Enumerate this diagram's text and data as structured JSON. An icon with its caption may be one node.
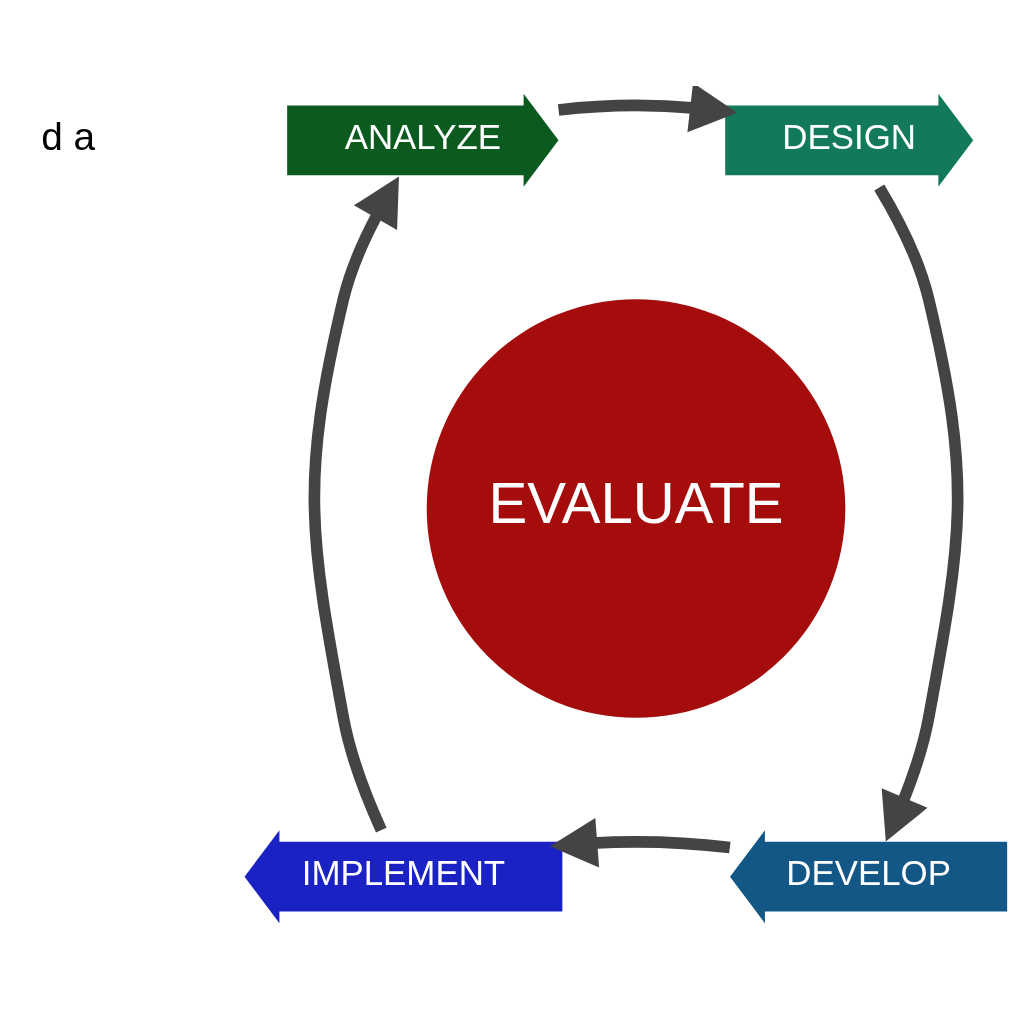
{
  "diagram": {
    "nodes": [
      {
        "text": [
          "ANALYZE"
        ]
      },
      {
        "text": [
          "DESIGN"
        ]
      },
      {
        "text": [
          "EVALUATE"
        ]
      },
      {
        "text": [
          "IMPLEMENT"
        ]
      },
      {
        "text": [
          "DEVELOP"
        ]
      }
    ],
    "edges": [
      {
        "from": 0,
        "to": 1,
        "arrow": "to"
      },
      {
        "from": 1,
        "to": 4,
        "arrow": "to"
      },
      {
        "from": 4,
        "to": 3,
        "arrow": "to"
      },
      {
        "from": 3,
        "to": 0,
        "arrow": "to"
      }
    ],
    "labels": [
      "d a"
    ]
  }
}
